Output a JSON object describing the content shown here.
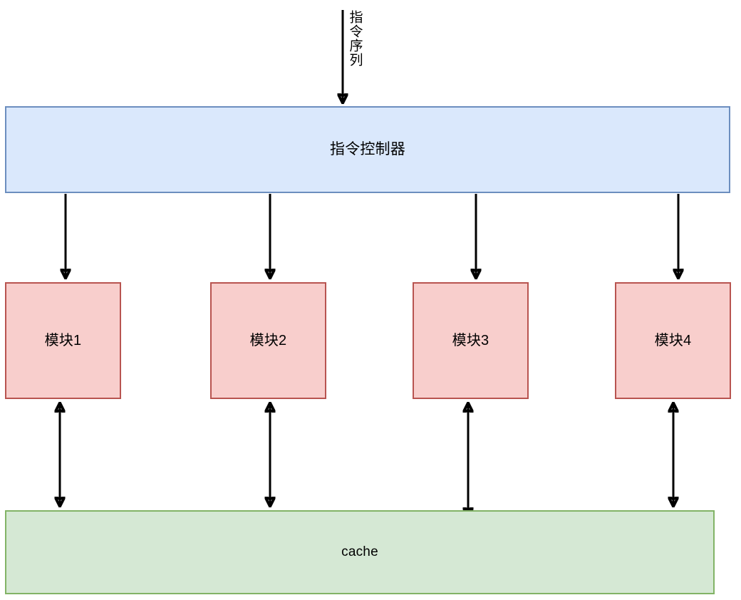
{
  "diagram": {
    "title_text": "",
    "background": "#ffffff",
    "input_label": "指令序列",
    "controller": {
      "label": "指令控制器",
      "fill": "#dae8fc",
      "stroke": "#6c8ebf"
    },
    "modules": [
      {
        "label": "模块1",
        "fill": "#f8cecc",
        "stroke": "#b85450"
      },
      {
        "label": "模块2",
        "fill": "#f8cecc",
        "stroke": "#b85450"
      },
      {
        "label": "模块3",
        "fill": "#f8cecc",
        "stroke": "#b85450"
      },
      {
        "label": "模块4",
        "fill": "#f8cecc",
        "stroke": "#b85450"
      }
    ],
    "cache": {
      "label": "cache",
      "fill": "#d5e8d4",
      "stroke": "#82b366"
    },
    "edges": {
      "arrow_color": "#000000",
      "input_to_controller": "单向箭头",
      "controller_to_module": "单向箭头",
      "module_to_cache": "双向箭头"
    }
  }
}
